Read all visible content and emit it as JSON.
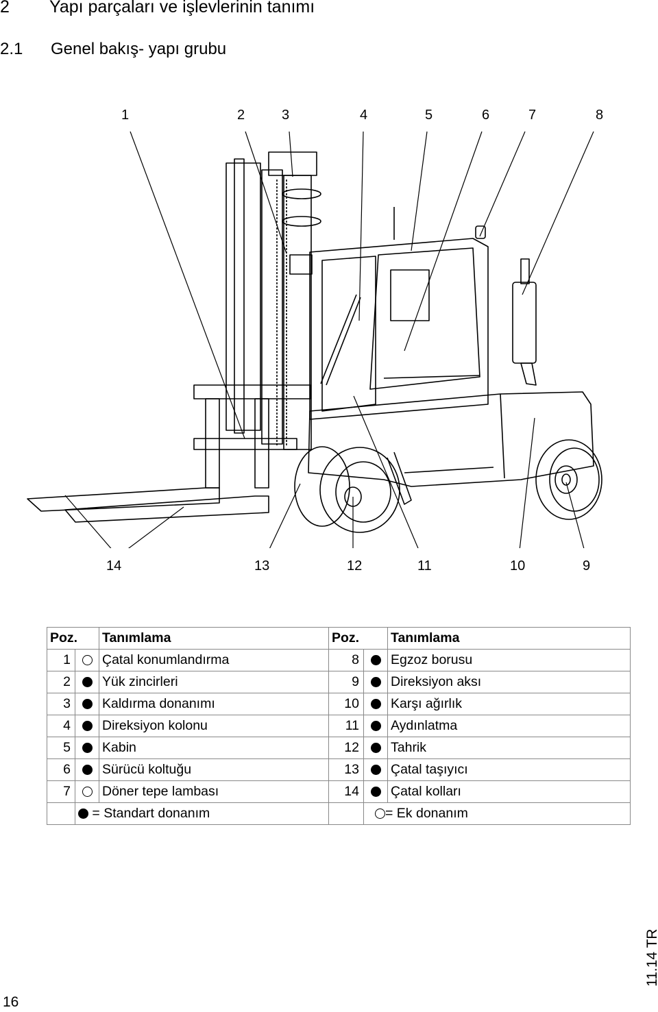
{
  "heading": {
    "number": "2",
    "title": "Yapı parçaları ve işlevlerinin tanımı"
  },
  "subheading": {
    "number": "2.1",
    "title": "Genel bakış- yapı grubu"
  },
  "callouts_top": [
    "1",
    "2",
    "3",
    "4",
    "5",
    "6",
    "7",
    "8"
  ],
  "callouts_bottom": [
    "14",
    "13",
    "12",
    "11",
    "10",
    "9"
  ],
  "table": {
    "headers": [
      "Poz.",
      "Tanımlama",
      "Poz.",
      "Tanımlama"
    ],
    "rows": [
      {
        "p1": "1",
        "m1": "optional",
        "d1": "Çatal konumlandırma",
        "p2": "8",
        "m2": "standard",
        "d2": "Egzoz borusu"
      },
      {
        "p1": "2",
        "m1": "standard",
        "d1": "Yük zincirleri",
        "p2": "9",
        "m2": "standard",
        "d2": "Direksiyon aksı"
      },
      {
        "p1": "3",
        "m1": "standard",
        "d1": "Kaldırma donanımı",
        "p2": "10",
        "m2": "standard",
        "d2": "Karşı ağırlık"
      },
      {
        "p1": "4",
        "m1": "standard",
        "d1": "Direksiyon kolonu",
        "p2": "11",
        "m2": "standard",
        "d2": "Aydınlatma"
      },
      {
        "p1": "5",
        "m1": "standard",
        "d1": "Kabin",
        "p2": "12",
        "m2": "standard",
        "d2": "Tahrik"
      },
      {
        "p1": "6",
        "m1": "standard",
        "d1": "Sürücü koltuğu",
        "p2": "13",
        "m2": "standard",
        "d2": "Çatal taşıyıcı"
      },
      {
        "p1": "7",
        "m1": "optional",
        "d1": "Döner tepe lambası",
        "p2": "14",
        "m2": "standard",
        "d2": "Çatal kolları"
      }
    ],
    "footer": {
      "standard_label": "= Standart donanım",
      "optional_label": "= Ek donanım"
    }
  },
  "page_number": "16",
  "edition": "11.14 TR"
}
